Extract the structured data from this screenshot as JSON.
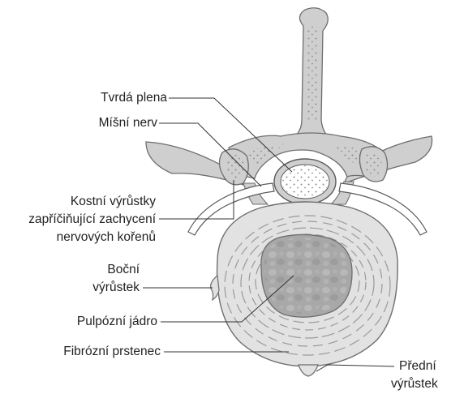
{
  "labels": {
    "dura": "Tvrdá plena",
    "spinal_nerve": "Míšní nerv",
    "spurs_line1": "Kostní výrůstky",
    "spurs_line2": "zapříčiňující zachycení",
    "spurs_line3": "nervových kořenů",
    "lateral_line1": "Boční",
    "lateral_line2": "výrůstek",
    "nucleus": "Pulpózní jádro",
    "annulus": "Fibrózní prstenec",
    "anterior_line1": "Přední",
    "anterior_line2": "výrůstek"
  },
  "colors": {
    "bone_fill": "#cfcfcf",
    "bone_stroke": "#6e6e6e",
    "disc_fill": "#e2e2e2",
    "nucleus_fill": "#a8a8a8",
    "lines": "#333333",
    "text": "#222222"
  }
}
